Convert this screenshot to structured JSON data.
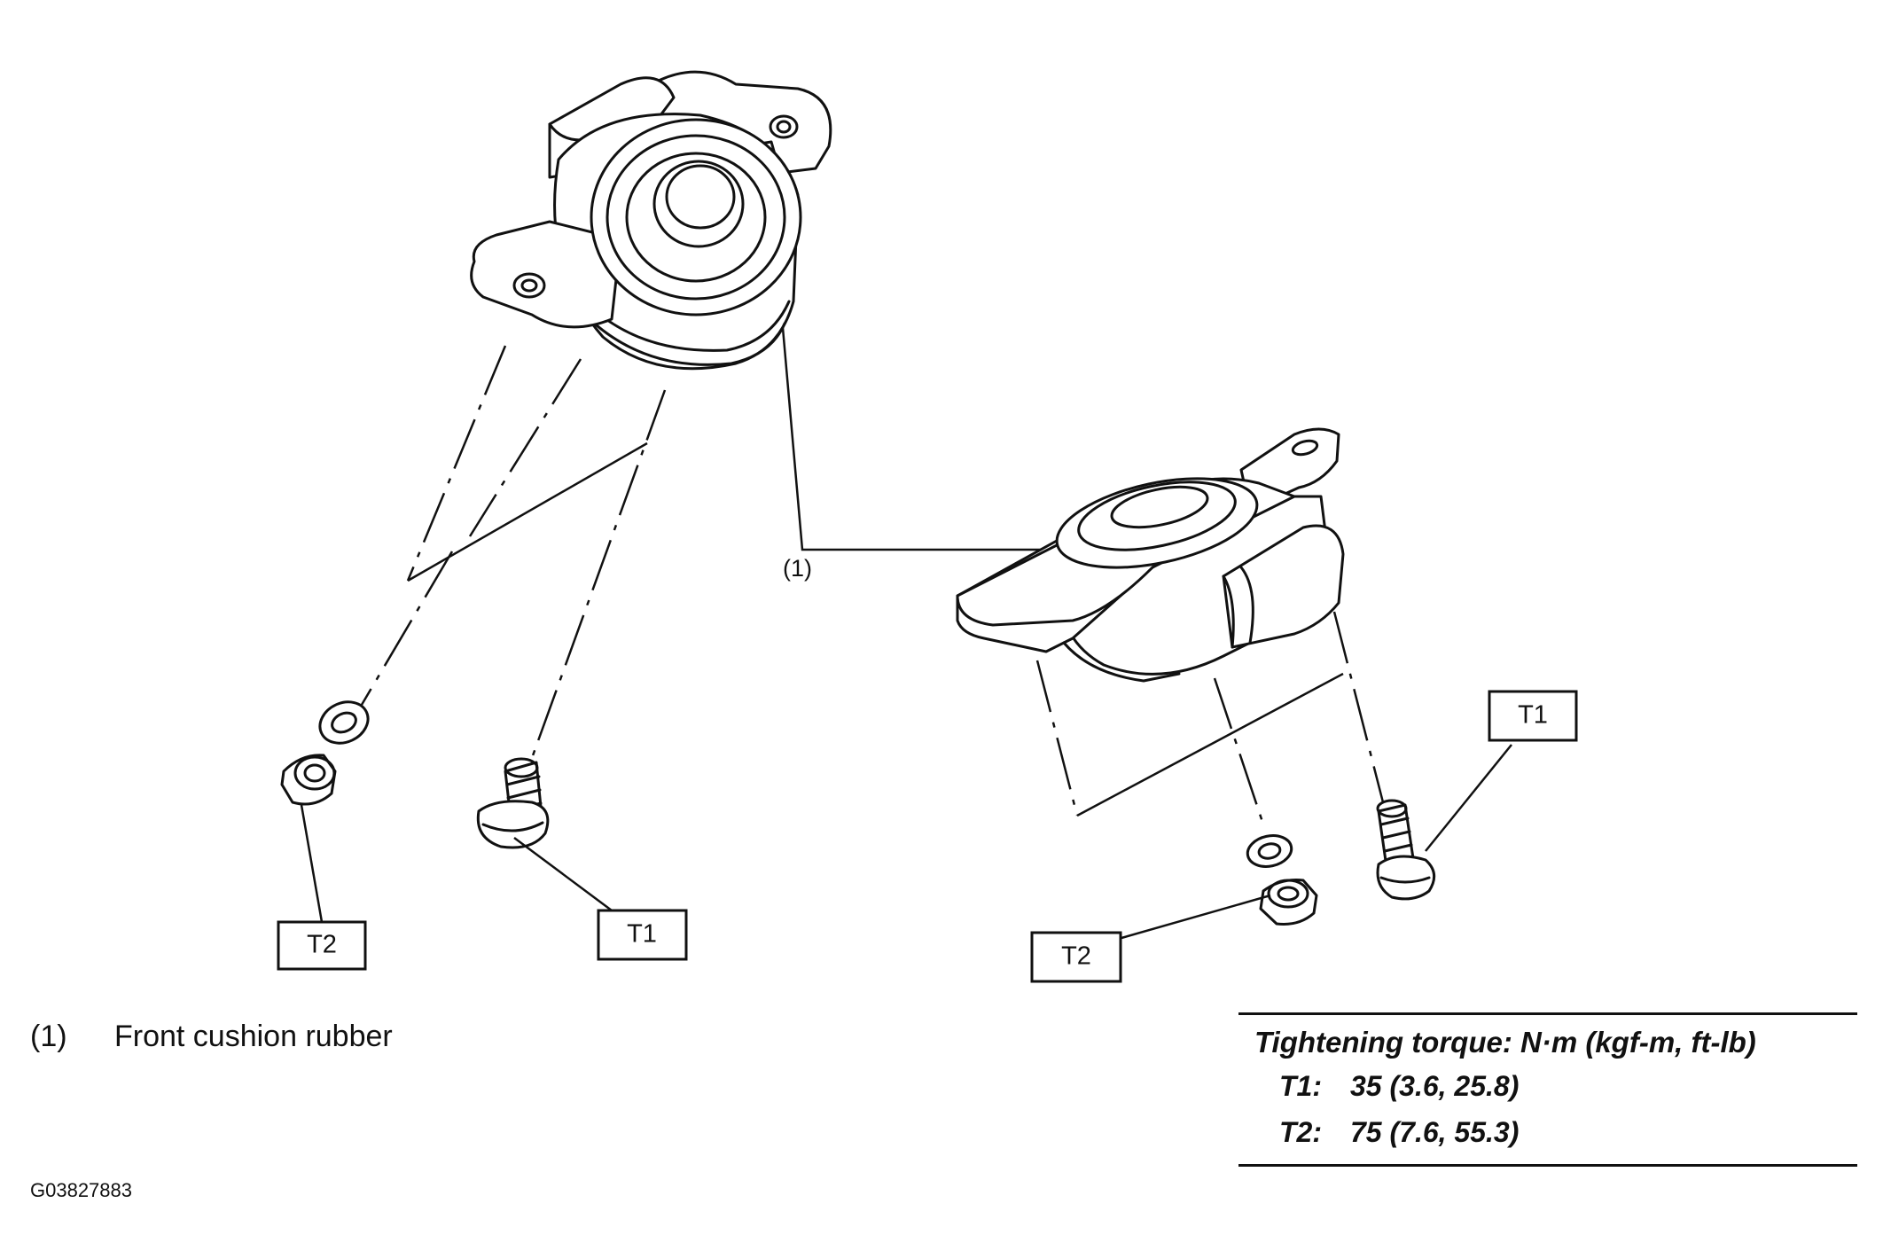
{
  "callouts": {
    "part_1": "(1)",
    "left_t2": "T2",
    "left_t1": "T1",
    "right_t1": "T1",
    "right_t2": "T2"
  },
  "legend": {
    "number": "(1)",
    "text": "Front cushion rubber"
  },
  "torque": {
    "title": "Tightening torque: N·m (kgf-m, ft-lb)",
    "rows": [
      {
        "key": "T1:",
        "value": "35 (3.6, 25.8)"
      },
      {
        "key": "T2:",
        "value": "75 (7.6, 55.3)"
      }
    ]
  },
  "figure_id": "G03827883"
}
